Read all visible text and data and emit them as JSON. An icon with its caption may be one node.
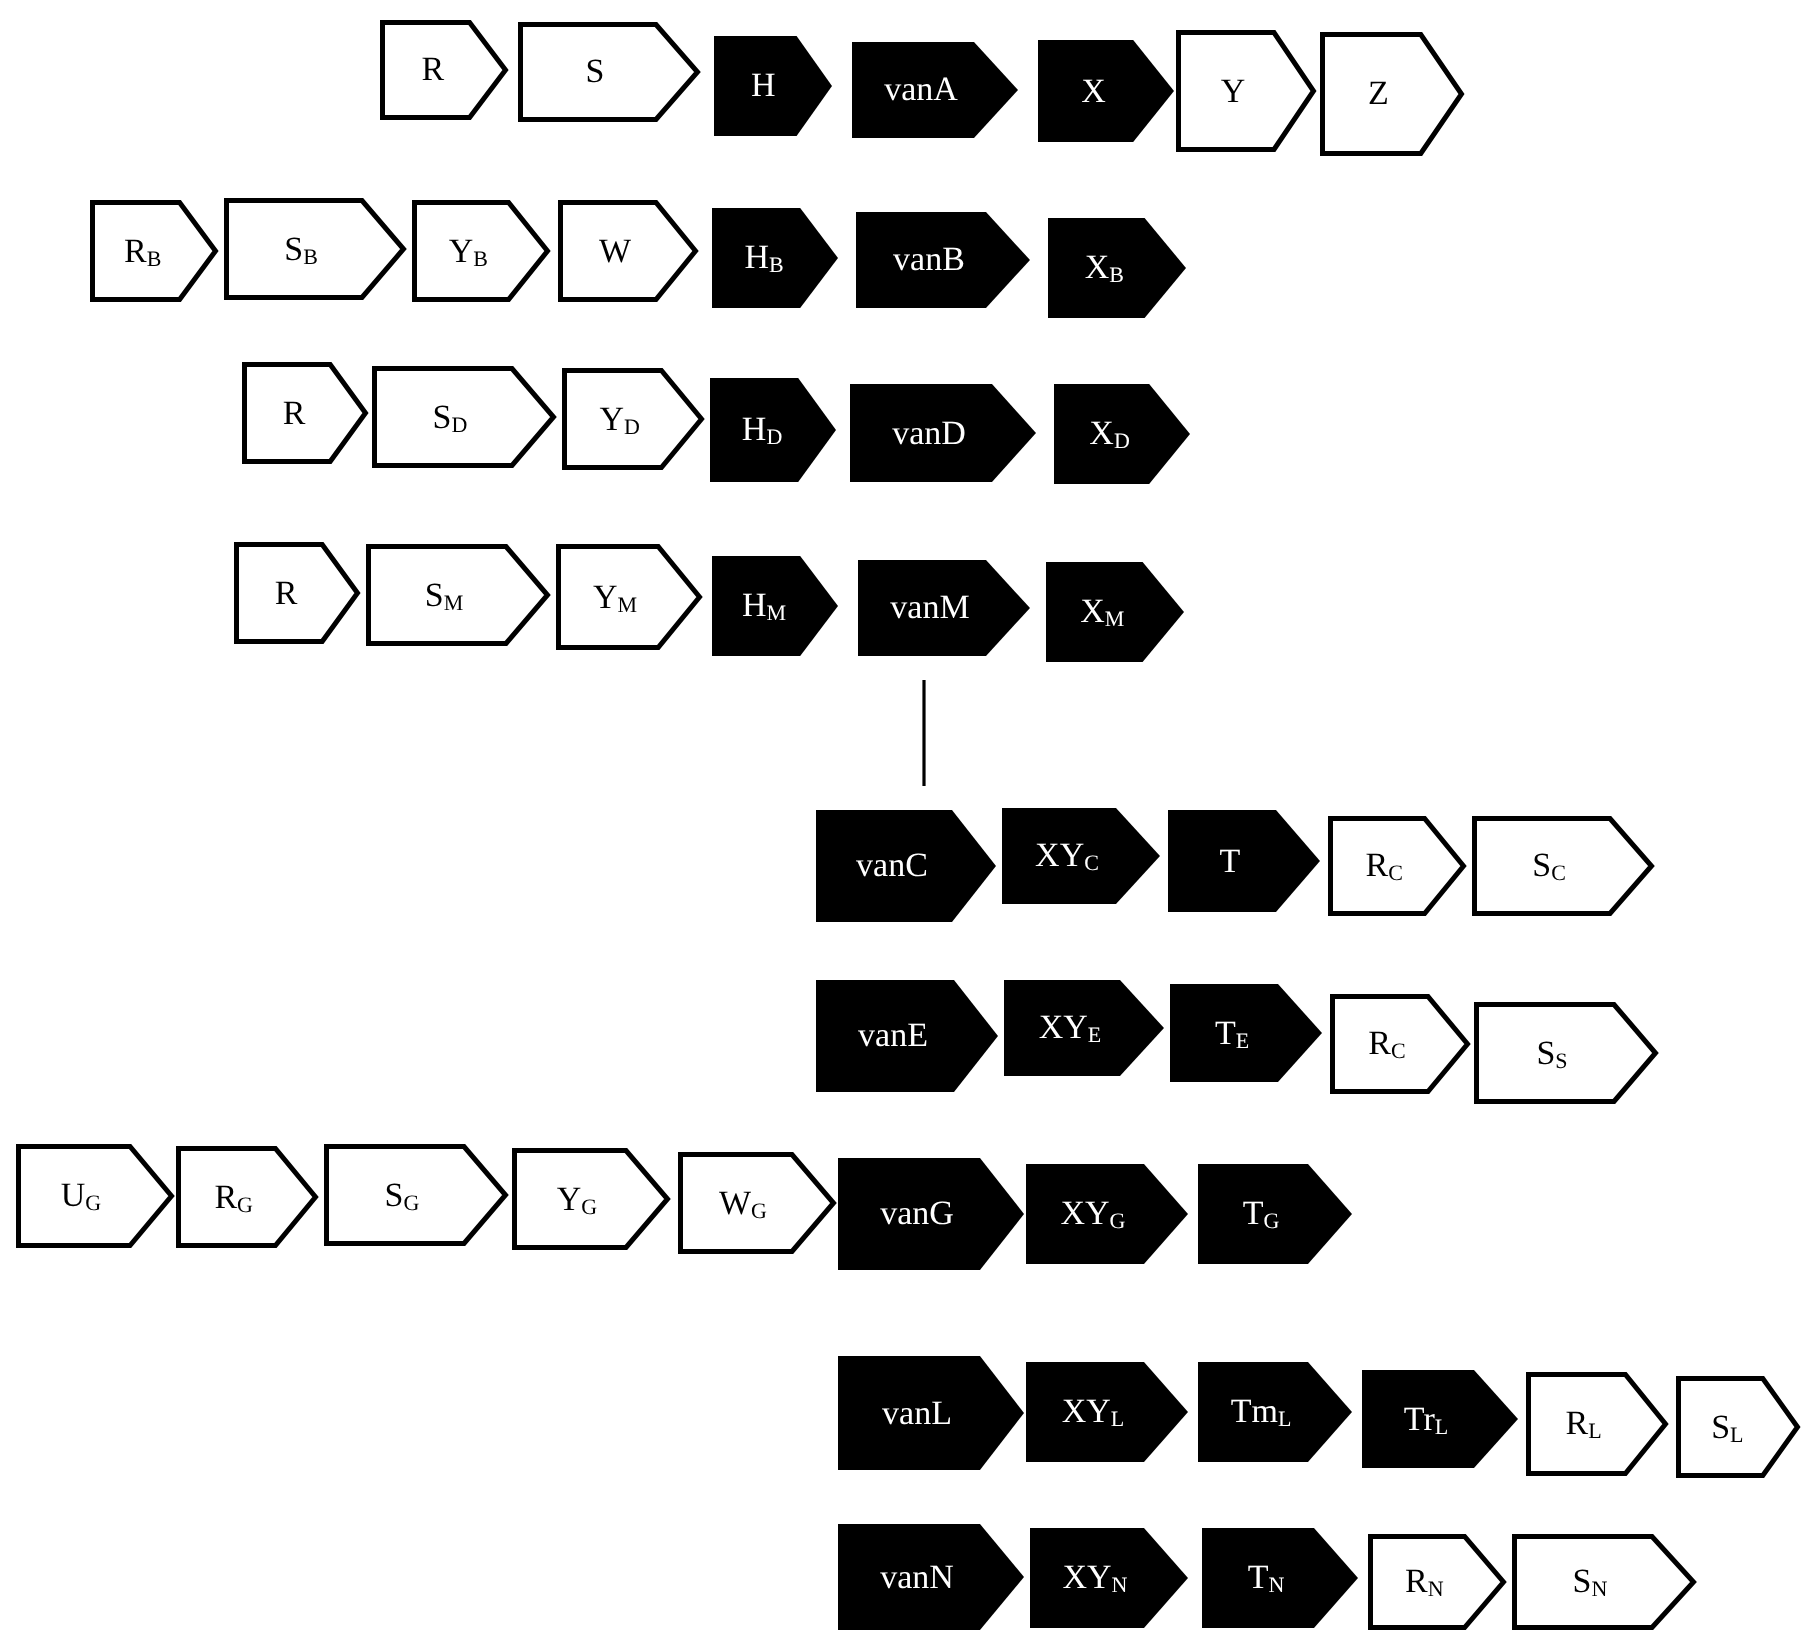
{
  "diagram": {
    "nodes": [
      {
        "text": [
          "R"
        ]
      },
      {
        "text": [
          "S"
        ]
      },
      {
        "text": [
          "H"
        ]
      },
      {
        "text": [
          "vanA"
        ]
      },
      {
        "text": [
          "X"
        ]
      },
      {
        "text": [
          "Y"
        ]
      },
      {
        "text": [
          "Z"
        ]
      },
      {
        "text": [
          "R$_{B}$"
        ]
      },
      {
        "text": [
          "S$_{B}$"
        ]
      },
      {
        "text": [
          "Y$_{B}$"
        ]
      },
      {
        "text": [
          "W"
        ]
      },
      {
        "text": [
          "H$_{B}$"
        ]
      },
      {
        "text": [
          "vanB"
        ]
      },
      {
        "text": [
          "X$_{B}$"
        ]
      },
      {
        "text": [
          "R"
        ]
      },
      {
        "text": [
          "S$_{D}$"
        ]
      },
      {
        "text": [
          "Y$_{D}$"
        ]
      },
      {
        "text": [
          "H$_{D}$"
        ]
      },
      {
        "text": [
          "vanD"
        ]
      },
      {
        "text": [
          "X$_{D}$"
        ]
      },
      {
        "text": [
          "R"
        ]
      },
      {
        "text": [
          "S$_{M}$"
        ]
      },
      {
        "text": [
          "Y$_{M}$"
        ]
      },
      {
        "text": [
          "H$_{M}$"
        ]
      },
      {
        "text": [
          "vanM"
        ]
      },
      {
        "text": [
          "X$_{M}$"
        ]
      },
      {
        "text": [
          "vanC"
        ]
      },
      {
        "text": [
          "XY$_{C}$"
        ]
      },
      {
        "text": [
          "T"
        ]
      },
      {
        "text": [
          "R$_{C}$"
        ]
      },
      {
        "text": [
          "S$_{C}$"
        ]
      },
      {
        "text": [
          "vanE"
        ]
      },
      {
        "text": [
          "XY$_{E}$"
        ]
      },
      {
        "text": [
          "T$_{E}$"
        ]
      },
      {
        "text": [
          "R$_{C}$"
        ]
      },
      {
        "text": [
          "S$_{S}$"
        ]
      },
      {
        "text": [
          "U$_{G}$"
        ]
      },
      {
        "text": [
          "R$_{G}$"
        ]
      },
      {
        "text": [
          "S$_{G}$"
        ]
      },
      {
        "text": [
          "Y$_{G}$"
        ]
      },
      {
        "text": [
          "W$_{G}$"
        ]
      },
      {
        "text": [
          "vanG"
        ]
      },
      {
        "text": [
          "XY$_{G}$"
        ]
      },
      {
        "text": [
          "T$_{G}$"
        ]
      },
      {
        "text": [
          "vanL"
        ]
      },
      {
        "text": [
          "XY$_{L}$"
        ]
      },
      {
        "text": [
          "Tm$_{L}$"
        ]
      },
      {
        "text": [
          "Tr$_{L}$"
        ]
      },
      {
        "text": [
          "R$_{L}$"
        ]
      },
      {
        "text": [
          "S$_{L}$"
        ]
      },
      {
        "text": [
          "vanN"
        ]
      },
      {
        "text": [
          "XY$_{N}$"
        ]
      },
      {
        "text": [
          "T$_{N}$"
        ]
      },
      {
        "text": [
          "R$_{N}$"
        ]
      },
      {
        "text": [
          "S$_{N}$"
        ]
      }
    ],
    "edges": [
      {
        "from": 24,
        "to": 26,
        "arrow": "none"
      }
    ]
  }
}
